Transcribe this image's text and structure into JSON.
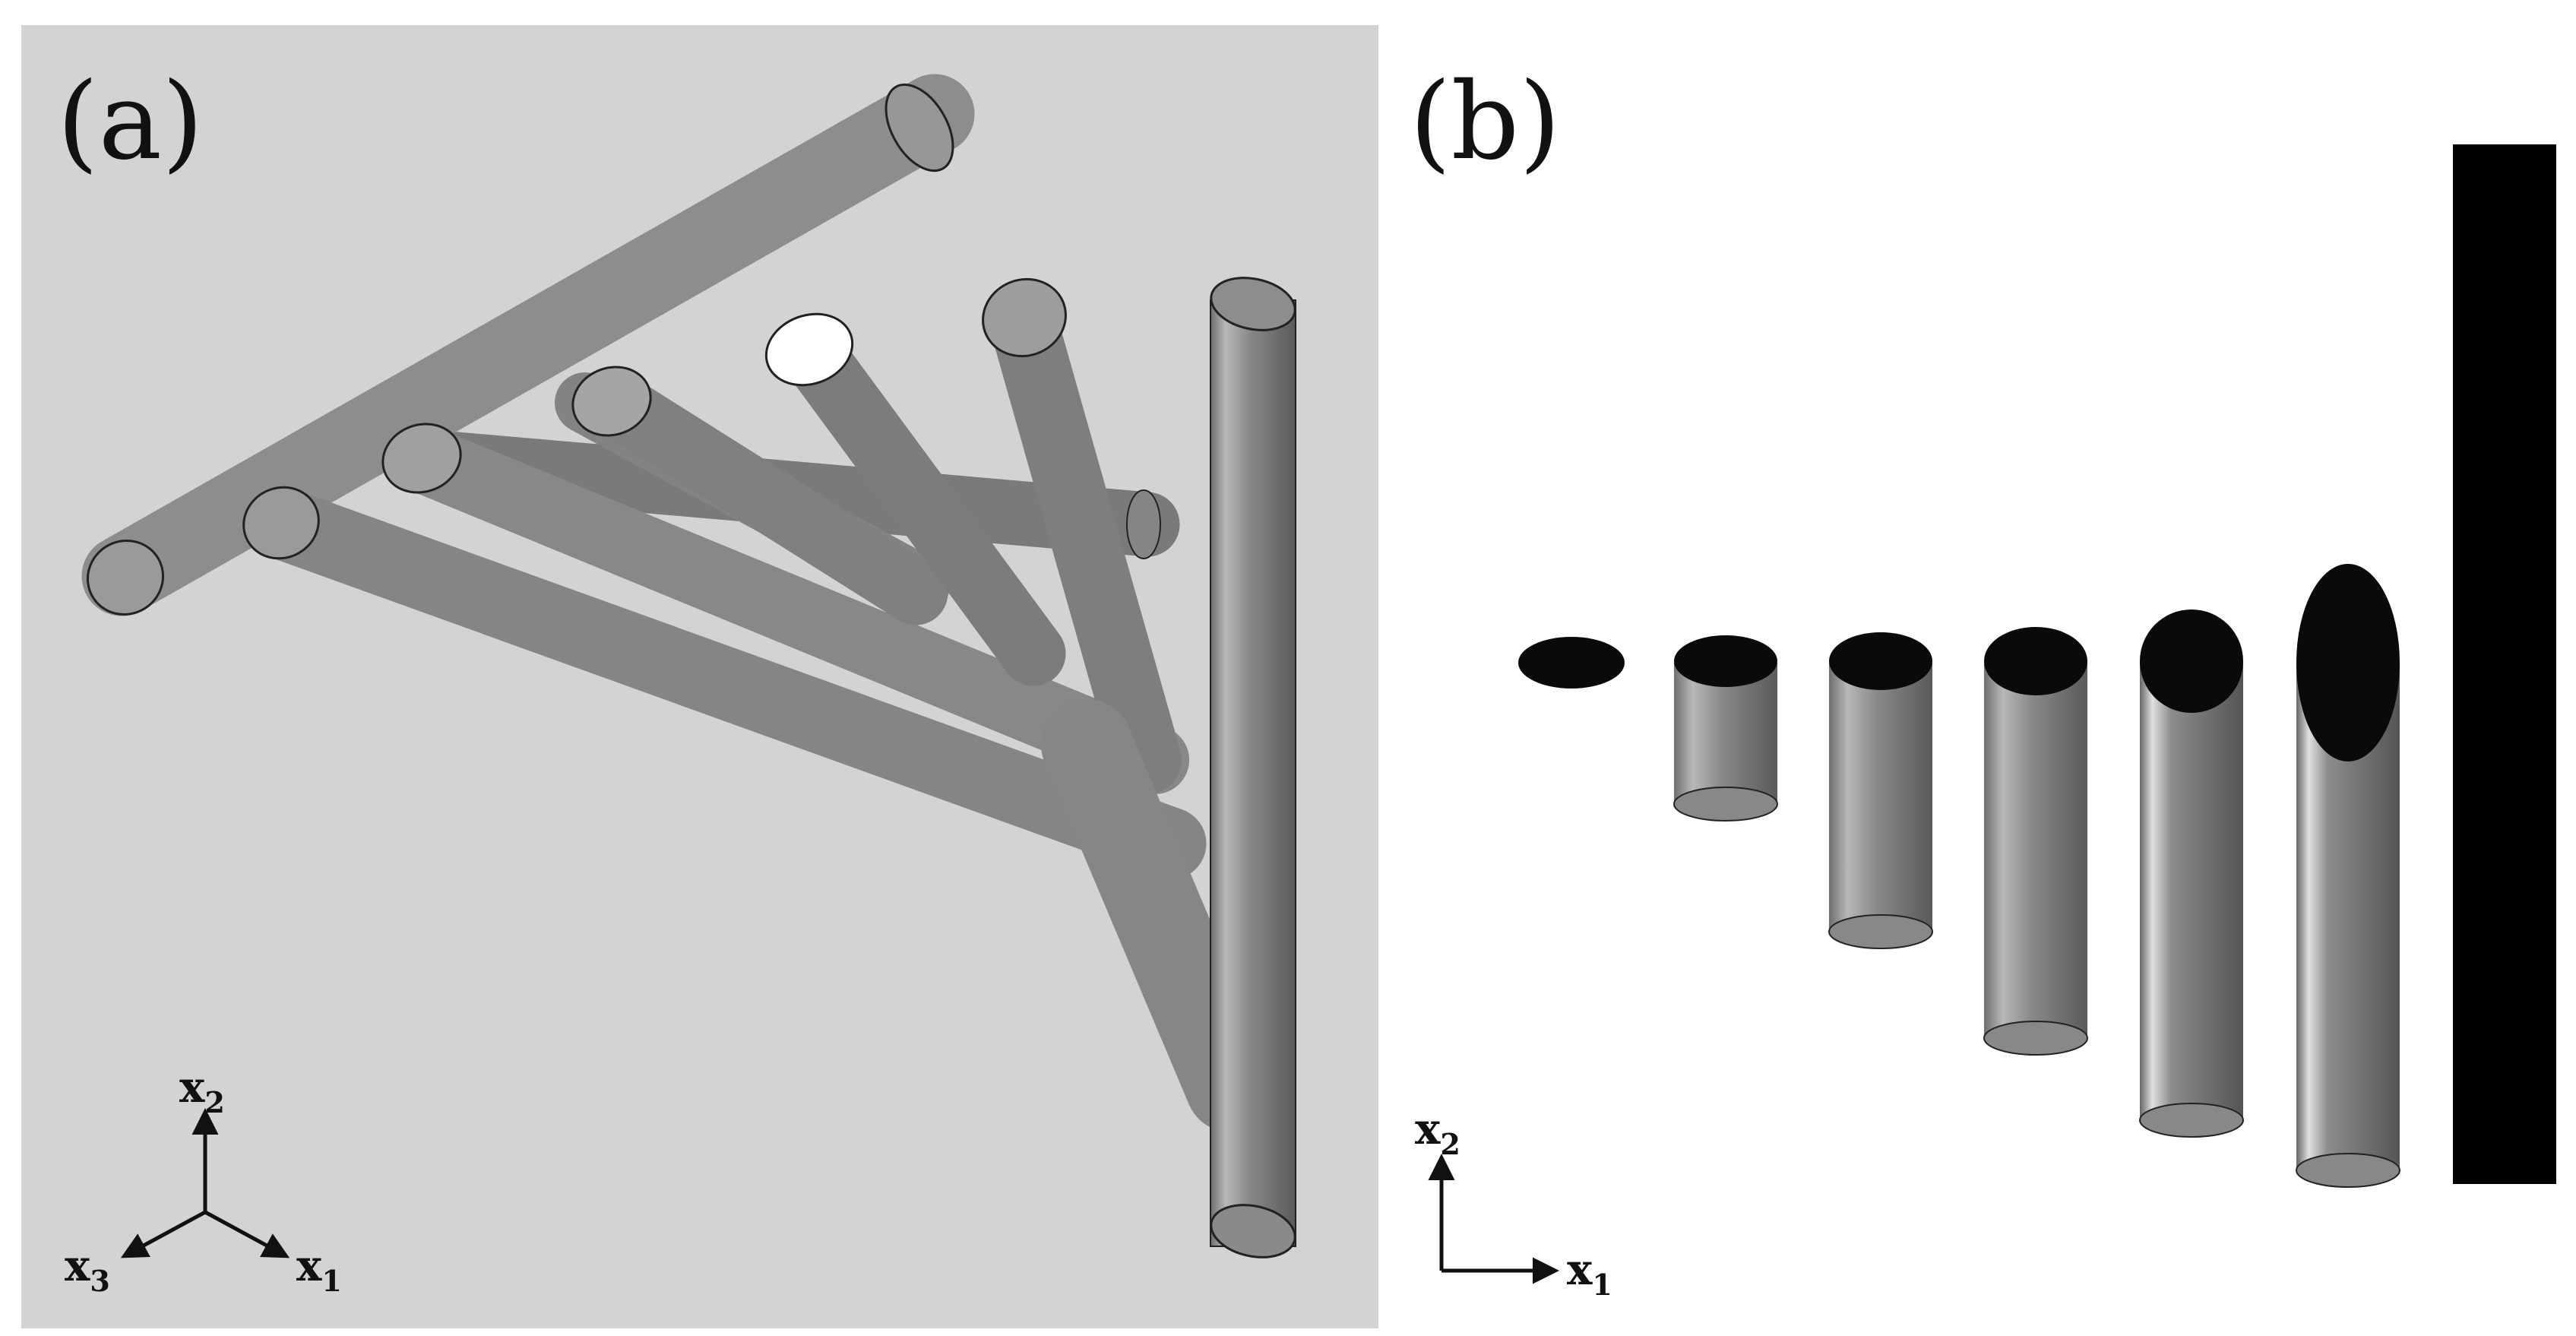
{
  "panels": {
    "a": {
      "label": "(a)",
      "background": "#d3d3d3"
    },
    "b": {
      "label": "(b)",
      "background": "#ffffff"
    }
  },
  "axes_a": {
    "x1": {
      "base": "x",
      "sub": "1"
    },
    "x2": {
      "base": "x",
      "sub": "2"
    },
    "x3": {
      "base": "x",
      "sub": "3"
    }
  },
  "axes_b": {
    "x1": {
      "base": "x",
      "sub": "1"
    },
    "x2": {
      "base": "x",
      "sub": "2"
    }
  },
  "colors": {
    "tube_body": "#8c8c8c",
    "tube_edge": "#1a1a1a",
    "cap_dark": "#0a0a0a",
    "bar": "#000000"
  }
}
